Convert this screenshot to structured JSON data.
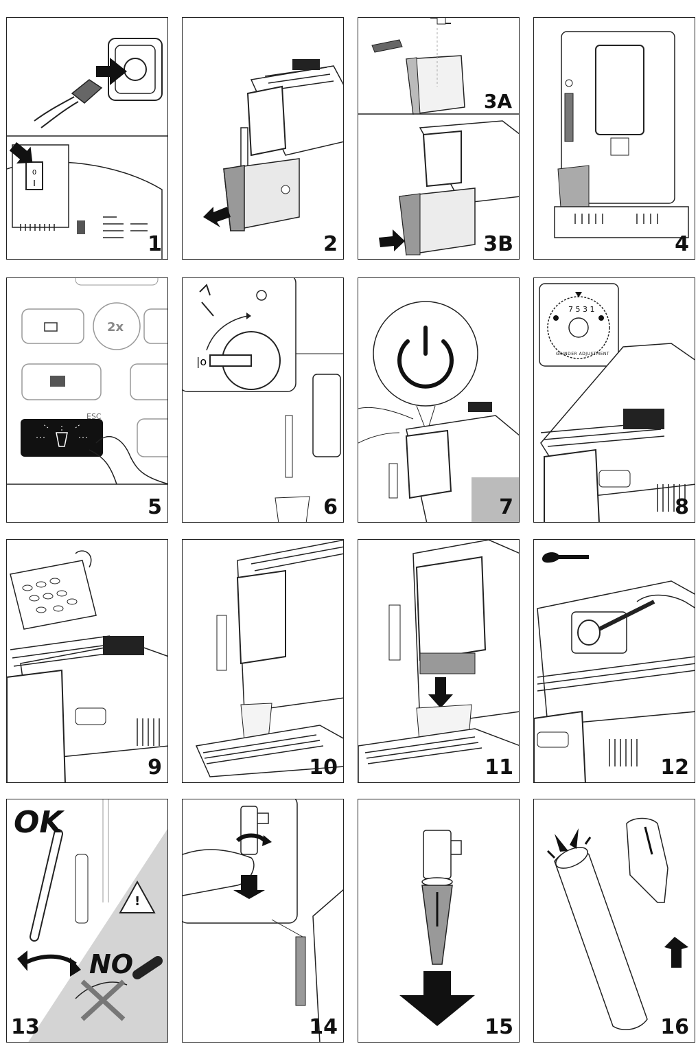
{
  "steps": [
    {
      "id": "1",
      "label": "1"
    },
    {
      "id": "2",
      "label": "2"
    },
    {
      "id": "3",
      "label_a": "3A",
      "label_b": "3B"
    },
    {
      "id": "4",
      "label": "4"
    },
    {
      "id": "5",
      "label": "5",
      "button_2x": "2x",
      "esc": "ESC"
    },
    {
      "id": "6",
      "label": "6"
    },
    {
      "id": "7",
      "label": "7"
    },
    {
      "id": "8",
      "label": "8",
      "dial_numbers": "7 5 3 1",
      "dial_text": "GRINDER ADJUSTMENT"
    },
    {
      "id": "9",
      "label": "9"
    },
    {
      "id": "10",
      "label": "10"
    },
    {
      "id": "11",
      "label": "11"
    },
    {
      "id": "12",
      "label": "12"
    },
    {
      "id": "13",
      "label": "13",
      "ok": "OK",
      "no": "NO",
      "warning": "!"
    },
    {
      "id": "14",
      "label": "14"
    },
    {
      "id": "15",
      "label": "15"
    },
    {
      "id": "16",
      "label": "16"
    }
  ],
  "colors": {
    "line": "#222222",
    "grey": "#9a9a9a",
    "dark": "#111111",
    "light_grey": "#cfcfcf"
  },
  "icons": [
    "plug-icon",
    "power-icon",
    "steam-icon",
    "warning-icon",
    "arrow-icon"
  ]
}
